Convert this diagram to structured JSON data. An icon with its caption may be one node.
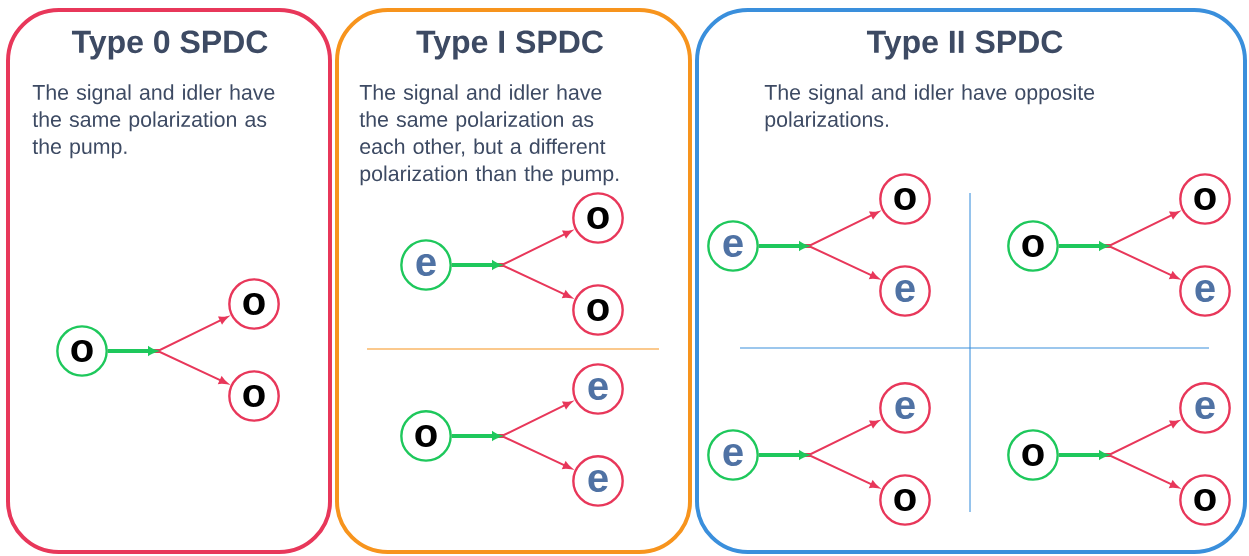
{
  "diagram": {
    "nodes": [
      {
        "text": [
          "Type 0 SPDC",
          "The signal and idler have the same polarization as the pump."
        ]
      },
      {
        "text": [
          "Type I SPDC",
          "The signal and idler have the same polarization as each other, but a different polarization than the pump."
        ]
      },
      {
        "text": [
          "Type II SPDC",
          "The signal and idler have opposite polarizations."
        ]
      },
      {
        "text": [
          "o"
        ],
        "in": 0
      },
      {
        "text": [
          "o"
        ],
        "in": 0
      },
      {
        "text": [
          "o"
        ],
        "in": 0
      },
      {
        "text": [
          "e"
        ],
        "in": 1
      },
      {
        "text": [
          "o"
        ],
        "in": 1
      },
      {
        "text": [
          "o"
        ],
        "in": 1
      },
      {
        "text": [
          "o"
        ],
        "in": 1
      },
      {
        "text": [
          "e"
        ],
        "in": 1
      },
      {
        "text": [
          "e"
        ],
        "in": 1
      },
      {
        "text": [
          "e"
        ],
        "in": 2
      },
      {
        "text": [
          "o"
        ],
        "in": 2
      },
      {
        "text": [
          "e"
        ],
        "in": 2
      },
      {
        "text": [
          "o"
        ],
        "in": 2
      },
      {
        "text": [
          "o"
        ],
        "in": 2
      },
      {
        "text": [
          "e"
        ],
        "in": 2
      },
      {
        "text": [
          "e"
        ],
        "in": 2
      },
      {
        "text": [
          "e"
        ],
        "in": 2
      },
      {
        "text": [
          "o"
        ],
        "in": 2
      },
      {
        "text": [
          "o"
        ],
        "in": 2
      },
      {
        "text": [
          "e"
        ],
        "in": 2
      },
      {
        "text": [
          "o"
        ],
        "in": 2
      }
    ],
    "edges": [
      {
        "from": 3,
        "to": 4,
        "arrow": "to"
      },
      {
        "from": 3,
        "to": 5,
        "arrow": "to"
      },
      {
        "from": 6,
        "to": 7,
        "arrow": "to"
      },
      {
        "from": 6,
        "to": 8,
        "arrow": "to"
      },
      {
        "from": 9,
        "to": 10,
        "arrow": "to"
      },
      {
        "from": 9,
        "to": 11,
        "arrow": "to"
      },
      {
        "from": 12,
        "to": 13,
        "arrow": "to"
      },
      {
        "from": 12,
        "to": 14,
        "arrow": "to"
      },
      {
        "from": 15,
        "to": 16,
        "arrow": "to"
      },
      {
        "from": 15,
        "to": 17,
        "arrow": "to"
      },
      {
        "from": 18,
        "to": 19,
        "arrow": "to"
      },
      {
        "from": 18,
        "to": 20,
        "arrow": "to"
      },
      {
        "from": 21,
        "to": 22,
        "arrow": "to"
      },
      {
        "from": 21,
        "to": 23,
        "arrow": "to"
      }
    ]
  }
}
